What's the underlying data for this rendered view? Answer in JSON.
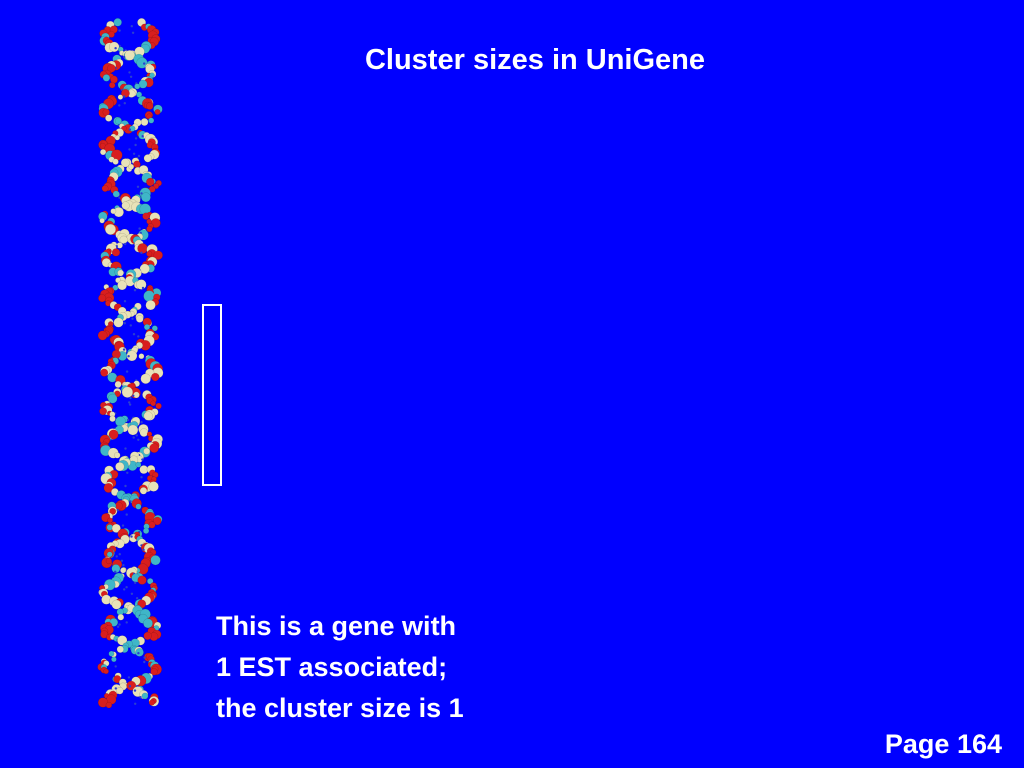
{
  "slide": {
    "title": "Cluster sizes in UniGene",
    "caption_lines": [
      "This is a gene with",
      "1 EST associated;",
      "the cluster size is 1"
    ],
    "page_label": "Page 164"
  },
  "colors": {
    "background": "#0000FF",
    "text": "#FFFFFF",
    "helix_red": "#D81E1E",
    "helix_cream": "#E8E2B8",
    "helix_cyan": "#3FB6C8",
    "helix_blue": "#2A3FD0"
  },
  "icons": {
    "helix": "dna-double-helix-image",
    "glyph": "missing-glyph-box"
  }
}
